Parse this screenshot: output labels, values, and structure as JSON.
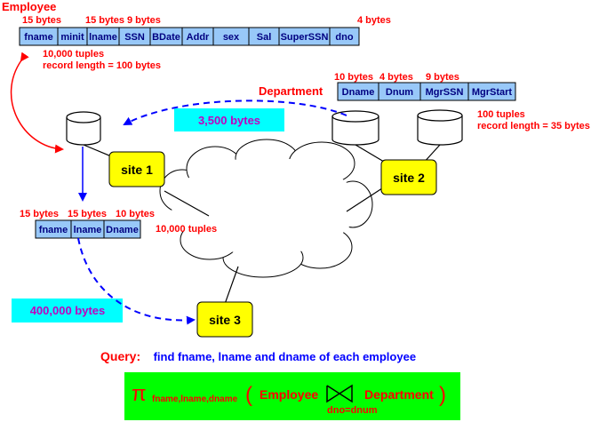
{
  "employee": {
    "title": "Employee",
    "size_labels": [
      "15 bytes",
      "15 bytes",
      "9 bytes",
      "4 bytes"
    ],
    "fields": [
      "fname",
      "minit",
      "lname",
      "SSN",
      "BDate",
      "Addr",
      "sex",
      "Sal",
      "SuperSSN",
      "dno"
    ],
    "tuples": "10,000 tuples",
    "record_length": "record length = 100 bytes"
  },
  "department": {
    "title": "Department",
    "size_labels": [
      "10 bytes",
      "4 bytes",
      "9 bytes"
    ],
    "fields": [
      "Dname",
      "Dnum",
      "MgrSSN",
      "MgrStart"
    ],
    "tuples": "100 tuples",
    "record_length": "record length = 35 bytes"
  },
  "result": {
    "size_labels": [
      "15 bytes",
      "15 bytes",
      "10 bytes"
    ],
    "fields": [
      "fname",
      "lname",
      "Dname"
    ],
    "tuples": "10,000 tuples"
  },
  "transfers": {
    "dept_transfer": "3,500 bytes",
    "result_transfer": "400,000 bytes"
  },
  "sites": {
    "site1": "site 1",
    "site2": "site 2",
    "site3": "site 3"
  },
  "query": {
    "label": "Query:",
    "text": "find  fname, lname and dname  of each employee"
  },
  "expression": {
    "pi": "π",
    "subscript": "fname,lname,dname",
    "open_paren": "(",
    "left_relation": "Employee",
    "right_relation": "Department",
    "close_paren": ")",
    "join_condition": "dno=dnum"
  },
  "colors": {
    "red": "#ff0000",
    "blue": "#0000ff",
    "table_fill": "#98c8f8",
    "site_fill": "#ffff00",
    "cyan": "#00ffff",
    "green": "#00ff00",
    "magenta": "#c000c0"
  }
}
